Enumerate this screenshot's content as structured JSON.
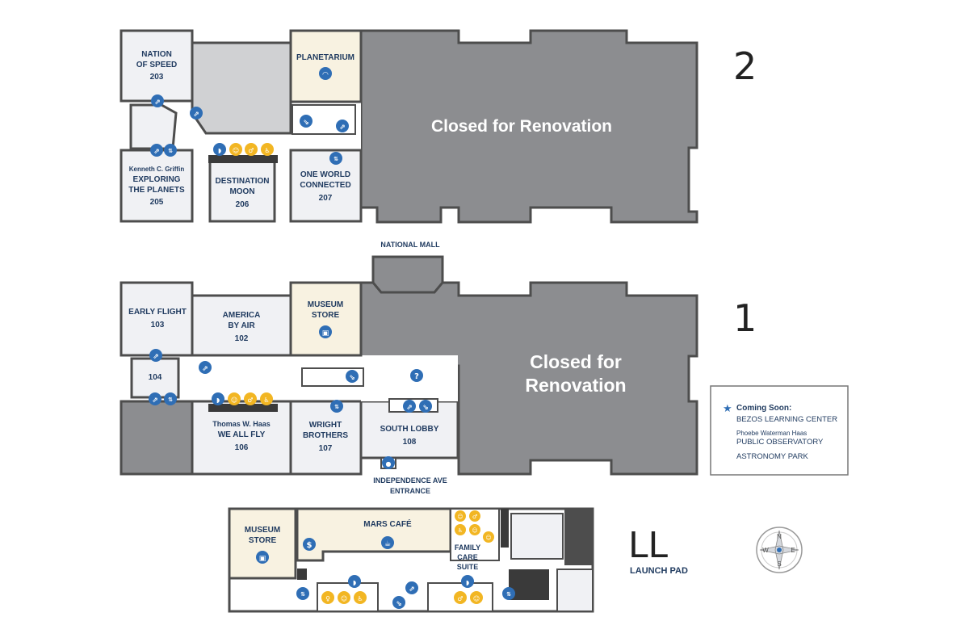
{
  "floor2": {
    "number": "2",
    "closed_label": "Closed for Renovation",
    "rooms": {
      "r203": {
        "name_line1": "NATION",
        "name_line2": "OF SPEED",
        "number": "203"
      },
      "planetarium": {
        "name": "PLANETARIUM"
      },
      "r205": {
        "sponsor": "Kenneth C. Griffin",
        "name_line1": "EXPLORING",
        "name_line2": "THE PLANETS",
        "number": "205"
      },
      "r206": {
        "name_line1": "DESTINATION",
        "name_line2": "MOON",
        "number": "206"
      },
      "r207": {
        "name_line1": "ONE WORLD",
        "name_line2": "CONNECTED",
        "number": "207"
      }
    }
  },
  "national_mall": "NATIONAL MALL",
  "floor1": {
    "number": "1",
    "closed_line1": "Closed for",
    "closed_line2": "Renovation",
    "rooms": {
      "r103": {
        "name": "EARLY FLIGHT",
        "number": "103"
      },
      "r102": {
        "name_line1": "AMERICA",
        "name_line2": "BY AIR",
        "number": "102"
      },
      "store": {
        "name_line1": "MUSEUM",
        "name_line2": "STORE"
      },
      "r104": {
        "number": "104"
      },
      "r106": {
        "sponsor": "Thomas W. Haas",
        "name": "WE ALL FLY",
        "number": "106"
      },
      "r107": {
        "name_line1": "WRIGHT",
        "name_line2": "BROTHERS",
        "number": "107"
      },
      "r108": {
        "name": "SOUTH LOBBY",
        "number": "108"
      }
    },
    "entrance_line1": "INDEPENDENCE AVE",
    "entrance_line2": "ENTRANCE"
  },
  "lower_level": {
    "code": "LL",
    "name": "LAUNCH PAD",
    "store_line1": "MUSEUM",
    "store_line2": "STORE",
    "cafe": "MARS CAFÉ",
    "family_line1": "FAMILY",
    "family_line2": "CARE",
    "family_line3": "SUITE"
  },
  "legend": {
    "title": "Coming Soon:",
    "item1": "BEZOS LEARNING CENTER",
    "item2_sponsor": "Phoebe Waterman Haas",
    "item2": "PUBLIC OBSERVATORY",
    "item3": "ASTRONOMY PARK"
  },
  "compass": {
    "n": "N",
    "s": "S",
    "e": "E",
    "w": "W"
  },
  "icons": {
    "escalator": "escalator-icon",
    "elevator": "elevator-icon",
    "restroom": "restroom-icon",
    "accessible": "accessible-icon",
    "info": "info-icon",
    "store": "store-icon",
    "cafe": "cafe-icon",
    "atm": "atm-icon",
    "planetarium": "planetarium-icon",
    "family": "family-restroom-icon"
  },
  "colors": {
    "wall": "#4d4d4d",
    "closed_fill": "#8c8d90",
    "room_fill": "#f0f1f4",
    "store_fill": "#f8f2e1",
    "blue_icon": "#2f6eb5",
    "yellow_icon": "#f2b623",
    "text_navy": "#1f3a5f"
  }
}
